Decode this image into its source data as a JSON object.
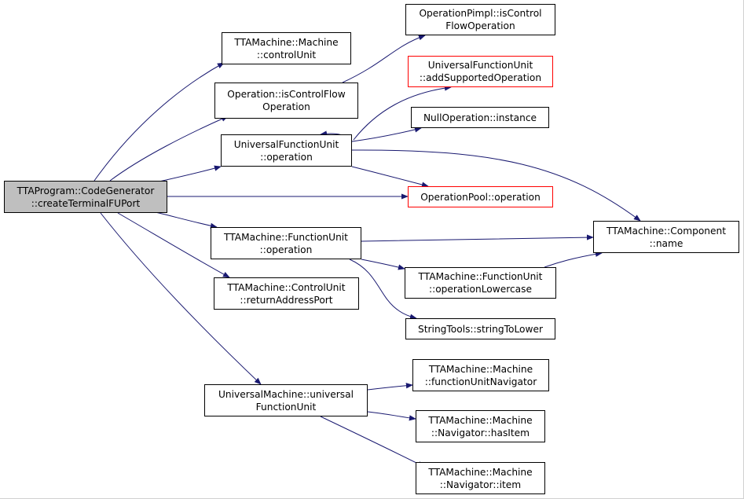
{
  "graph": {
    "edge_color": "#191970",
    "nodes": {
      "root": {
        "lines": [
          "TTAProgram::CodeGenerator",
          "::createTerminalFUPort"
        ]
      },
      "machine_controlunit": {
        "lines": [
          "TTAMachine::Machine",
          "::controlUnit"
        ]
      },
      "op_iscontrolflow": {
        "lines": [
          "Operation::isControlFlow",
          "Operation"
        ]
      },
      "pimpl_iscontrolflow": {
        "lines": [
          "OperationPimpl::isControl",
          "FlowOperation"
        ]
      },
      "ufu_addsupported": {
        "lines": [
          "UniversalFunctionUnit",
          "::addSupportedOperation"
        ]
      },
      "nullop_instance": {
        "lines": [
          "NullOperation::instance"
        ]
      },
      "ufu_operation": {
        "lines": [
          "UniversalFunctionUnit",
          "::operation"
        ]
      },
      "oppool_operation": {
        "lines": [
          "OperationPool::operation"
        ]
      },
      "component_name": {
        "lines": [
          "TTAMachine::Component",
          "::name"
        ]
      },
      "fu_operation": {
        "lines": [
          "TTAMachine::FunctionUnit",
          "::operation"
        ]
      },
      "fu_oplowercase": {
        "lines": [
          "TTAMachine::FunctionUnit",
          "::operationLowercase"
        ]
      },
      "cu_returnaddr": {
        "lines": [
          "TTAMachine::ControlUnit",
          "::returnAddressPort"
        ]
      },
      "stringtools_lower": {
        "lines": [
          "StringTools::stringToLower"
        ]
      },
      "um_universalfu": {
        "lines": [
          "UniversalMachine::universal",
          "FunctionUnit"
        ]
      },
      "machine_funavigator": {
        "lines": [
          "TTAMachine::Machine",
          "::functionUnitNavigator"
        ]
      },
      "navigator_hasitem": {
        "lines": [
          "TTAMachine::Machine",
          "::Navigator::hasItem"
        ]
      },
      "navigator_item": {
        "lines": [
          "TTAMachine::Machine",
          "::Navigator::item"
        ]
      }
    }
  }
}
